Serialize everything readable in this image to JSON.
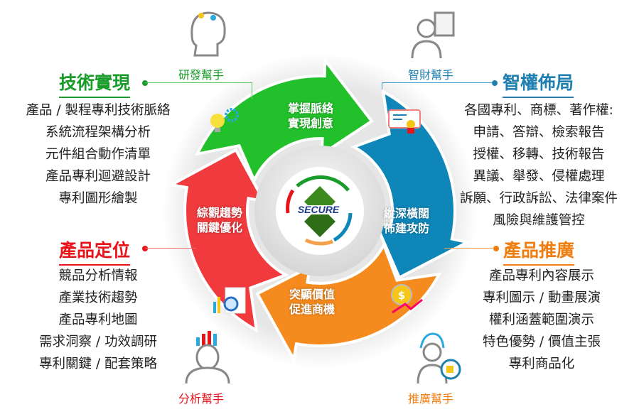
{
  "center": {
    "logo_text": "SECURE"
  },
  "arrows": [
    {
      "line1": "掌握脈絡",
      "line2": "實現創意",
      "color": "#22c02a"
    },
    {
      "line1": "縱深橫闊",
      "line2": "佈建攻防",
      "color": "#0e86b8"
    },
    {
      "line1": "突顯價值",
      "line2": "促進商機",
      "color": "#f58a1e"
    },
    {
      "line1": "綜觀趨勢",
      "line2": "關鍵優化",
      "color": "#f03a3e"
    }
  ],
  "sections": {
    "tech": {
      "title": "技術實現",
      "helper": "研發幫手",
      "color": "#1a9c2a",
      "items": [
        "產品 / 製程專利技術脈絡",
        "系統流程架構分析",
        "元件組合動作清單",
        "產品專利迴避設計",
        "專利圖形繪製"
      ]
    },
    "ip": {
      "title": "智權佈局",
      "helper": "智財幫手",
      "color": "#1e7fb0",
      "items": [
        "各國專利、商標、著作權:",
        "申請、答辯、檢索報告",
        "授權、移轉、技術報告",
        "異議、舉發、侵權處理",
        "訴願、行政訴訟、法律案件",
        "風險與維護管控"
      ]
    },
    "position": {
      "title": "產品定位",
      "helper": "分析幫手",
      "color": "#e8141c",
      "items": [
        "競品分析情報",
        "產業技術趨勢",
        "產品專利地圖",
        "需求洞察 / 功效調研",
        "專利關鍵 / 配套策略"
      ]
    },
    "promo": {
      "title": "產品推廣",
      "helper": "推廣幫手",
      "color": "#f07d10",
      "items": [
        "產品專利內容展示",
        "專利圖示 / 動畫展演",
        "權利涵蓋範圍演示",
        "特色優勢 / 價值主張",
        "專利商品化"
      ]
    }
  }
}
